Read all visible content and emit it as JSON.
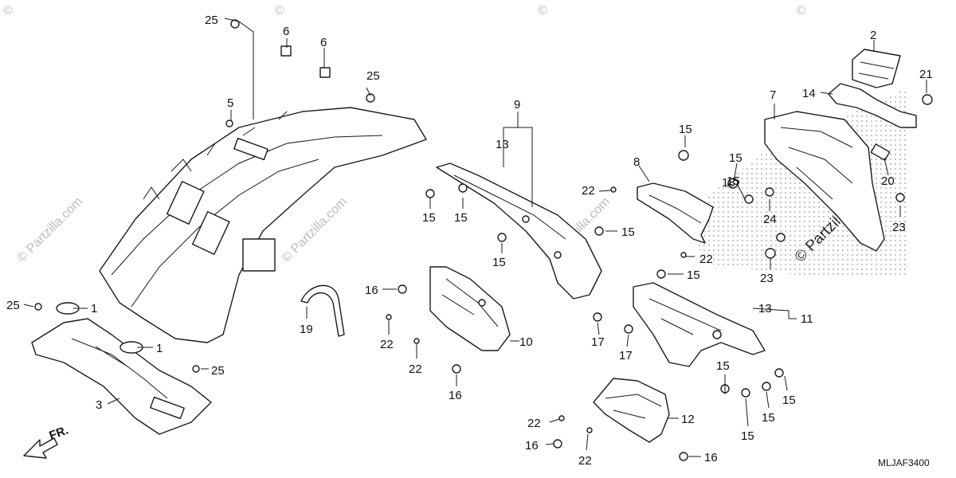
{
  "colors": {
    "line": "#1a1a1a",
    "watermark": "#bcbcbc",
    "background": "#ffffff"
  },
  "direction_label": "FR.",
  "diagram_code": "MLJAF3400",
  "watermark_text": "© Partzilla.com",
  "watermark_short": "©",
  "callouts": [
    "25",
    "6",
    "6",
    "25",
    "5",
    "9",
    "13",
    "15",
    "15",
    "15",
    "15",
    "22",
    "15",
    "8",
    "15",
    "15",
    "18",
    "24",
    "7",
    "2",
    "14",
    "21",
    "20",
    "23",
    "23",
    "22",
    "15",
    "16",
    "22",
    "22",
    "10",
    "16",
    "17",
    "13",
    "11",
    "17",
    "19",
    "25",
    "1",
    "1",
    "25",
    "3",
    "15",
    "15",
    "15",
    "15",
    "22",
    "16",
    "22",
    "12",
    "16"
  ]
}
